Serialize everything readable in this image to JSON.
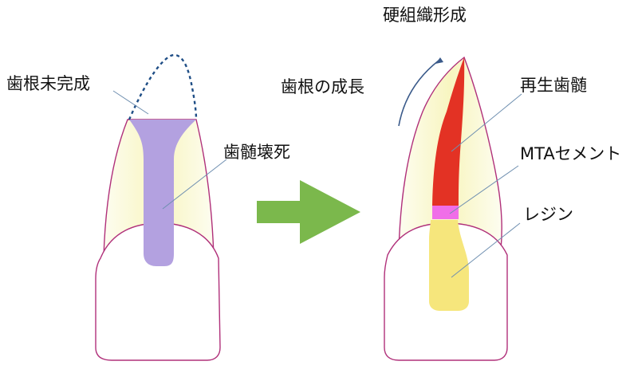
{
  "labels": {
    "root_incomplete": "歯根未完成",
    "pulp_necrosis": "歯髄壊死",
    "hard_tissue": "硬組織形成",
    "root_growth": "歯根の成長",
    "regenerated_pulp": "再生歯髄",
    "mta_cement": "MTAセメント",
    "resin": "レジン"
  },
  "colors": {
    "outline": "#b0307a",
    "dentin": "#f8f5c8",
    "pulp_canal": "#b3a1e0",
    "regenerated_pulp": "#e33224",
    "mta_cement": "#f06ee8",
    "resin": "#f6e67c",
    "arrow": "#7bb84c",
    "dotted_outline": "#1f4e86",
    "leader_line": "#6f8fb0",
    "growth_arc": "#3a5a8a"
  },
  "icons": {
    "transition_arrow": "right-arrow-icon"
  }
}
